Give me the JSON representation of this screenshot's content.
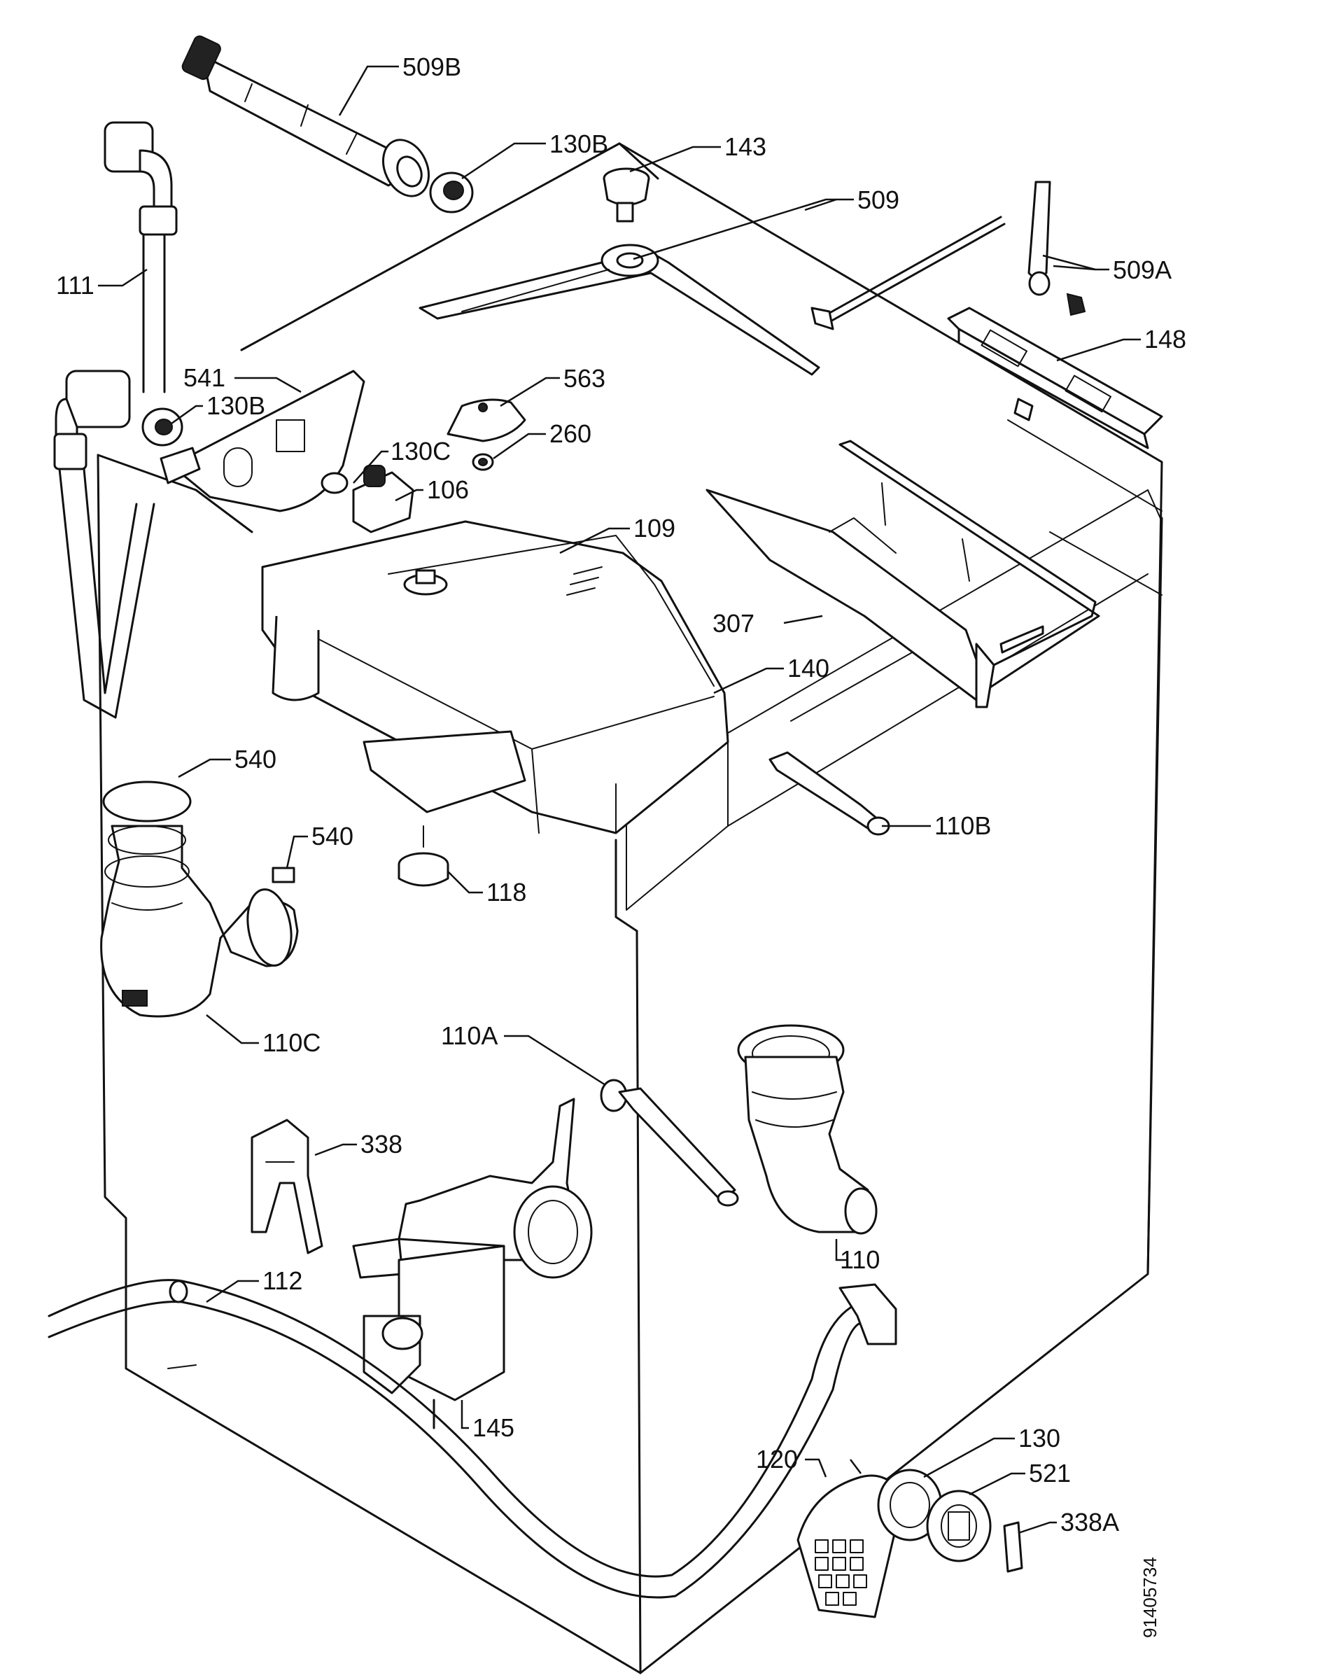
{
  "diagram": {
    "document_code": "91405734",
    "labels": {
      "p509B": "509B",
      "p130B_top": "130B",
      "p143": "143",
      "p509": "509",
      "p509A": "509A",
      "p111": "111",
      "p148": "148",
      "p541": "541",
      "p130B_mid": "130B",
      "p563": "563",
      "p260": "260",
      "p130C": "130C",
      "p106": "106",
      "p109": "109",
      "p307": "307",
      "p140": "140",
      "p540_a": "540",
      "p540_b": "540",
      "p110B": "110B",
      "p118": "118",
      "p110C": "110C",
      "p110A": "110A",
      "p338": "338",
      "p110": "110",
      "p112": "112",
      "p145": "145",
      "p130": "130",
      "p120": "120",
      "p521": "521",
      "p338A": "338A"
    }
  }
}
